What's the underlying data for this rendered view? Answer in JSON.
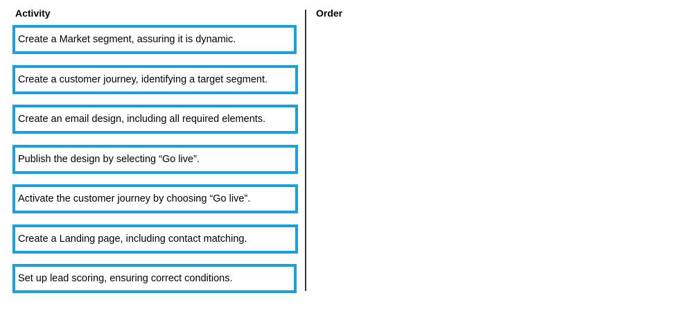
{
  "headers": {
    "activity": "Activity",
    "order": "Order"
  },
  "activities": [
    {
      "label": "Create a Market segment, assuring it is dynamic."
    },
    {
      "label": "Create a customer journey, identifying a target segment."
    },
    {
      "label": "Create an email design, including all required elements."
    },
    {
      "label": "Publish the design by selecting “Go live”."
    },
    {
      "label": "Activate the customer journey by choosing “Go live”."
    },
    {
      "label": "Create a Landing page, including contact matching."
    },
    {
      "label": "Set up lead scoring, ensuring correct conditions."
    }
  ],
  "colors": {
    "item_border": "#1aa1dd",
    "divider": "#333333"
  }
}
